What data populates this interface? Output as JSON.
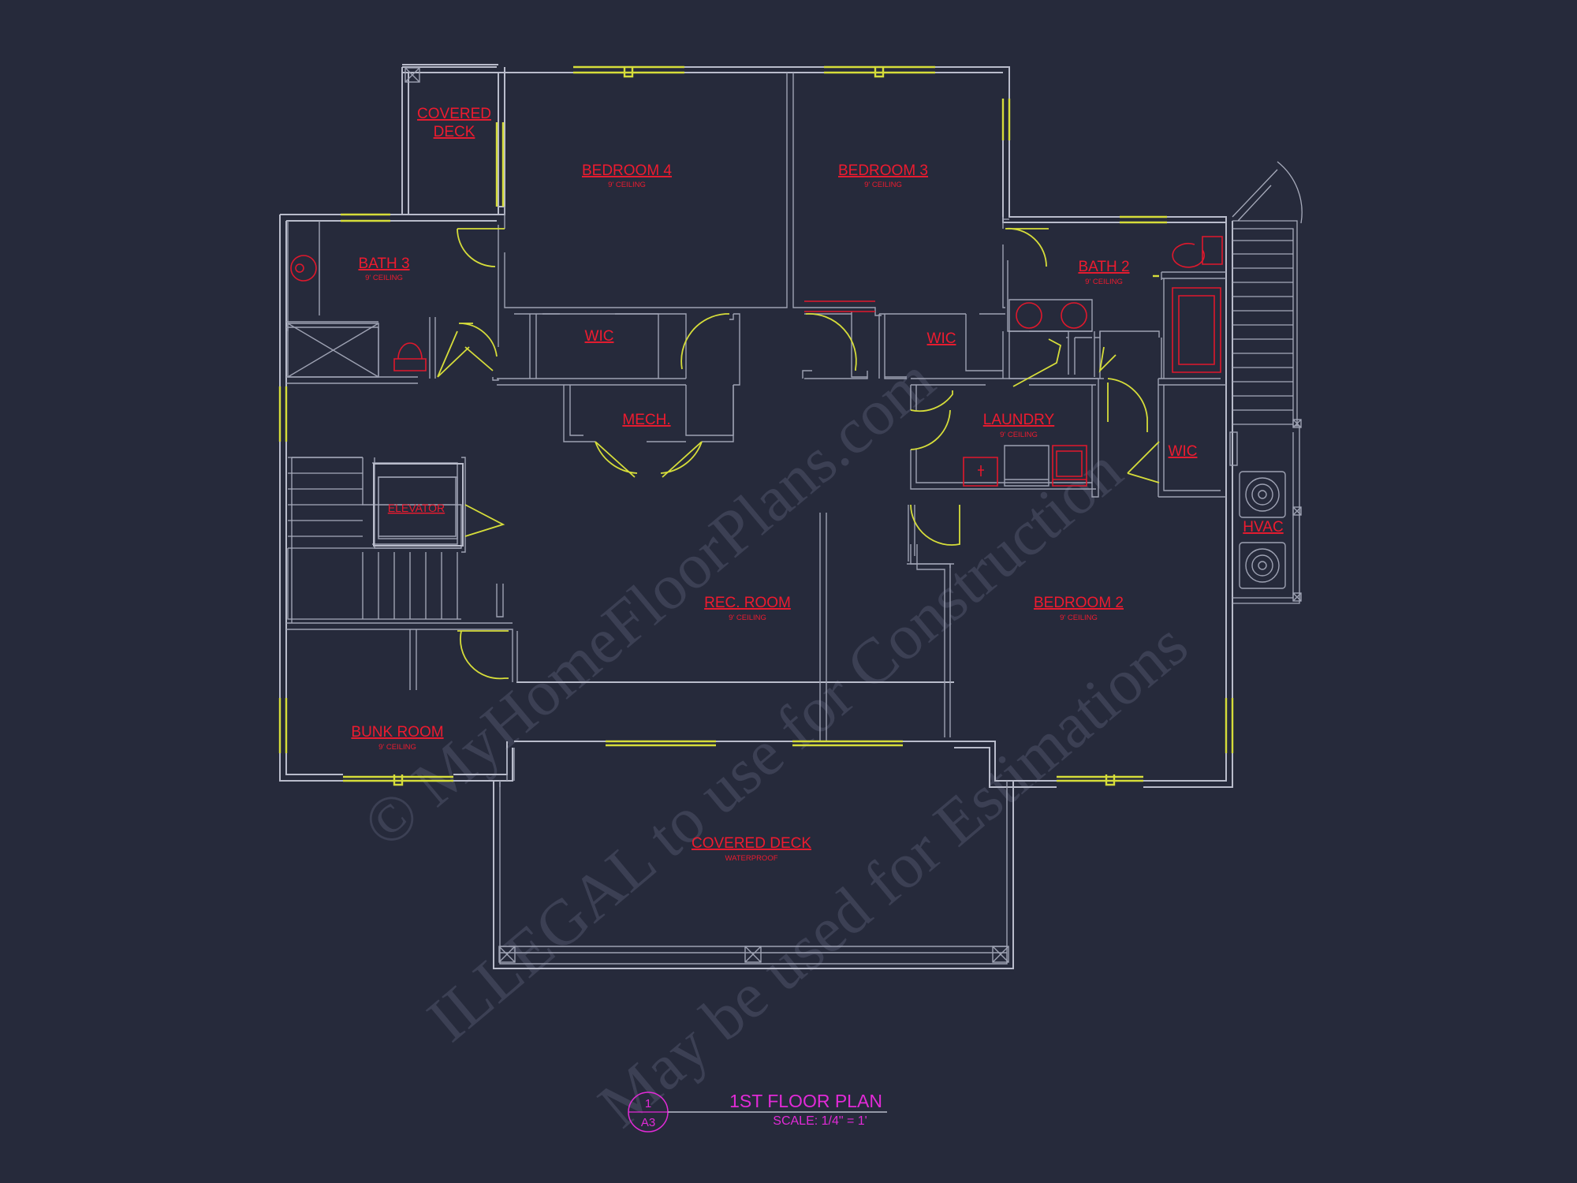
{
  "rooms": {
    "covered_deck_top": "COVERED DECK",
    "bedroom4": "BEDROOM 4",
    "bedroom4_sub": "9' CEILING",
    "bedroom3": "BEDROOM 3",
    "bedroom3_sub": "9' CEILING",
    "bath3": "BATH 3",
    "bath3_sub": "9' CEILING",
    "bath2": "BATH 2",
    "bath2_sub": "9' CEILING",
    "wic_left": "WIC",
    "wic_center": "WIC",
    "wic_right": "WIC",
    "mech": "MECH.",
    "laundry": "LAUNDRY",
    "laundry_sub": "9' CEILING",
    "elevator": "ELEVATOR",
    "hvac": "HVAC",
    "rec_room": "REC. ROOM",
    "rec_room_sub": "9' CEILING",
    "bedroom2": "BEDROOM 2",
    "bedroom2_sub": "9' CEILING",
    "bunk_room": "BUNK ROOM",
    "bunk_room_sub": "9' CEILING",
    "covered_deck_main": "COVERED DECK",
    "covered_deck_main_sub": "WATERPROOF"
  },
  "title_block": {
    "title": "1ST FLOOR PLAN",
    "scale": "SCALE:  1/4\" = 1'",
    "detail_number": "1",
    "sheet_number": "A3"
  },
  "watermark": {
    "line1": "© MyHomeFloorPlans.com",
    "line2": "ILLEGAL to use for Construction",
    "line3": "May be used for Estimations"
  },
  "colors": {
    "background": "#262a3b",
    "walls": "#b9bccb",
    "labels": "#ee1b2f",
    "doors_windows": "#d6dd3a",
    "title": "#e22ad7"
  }
}
